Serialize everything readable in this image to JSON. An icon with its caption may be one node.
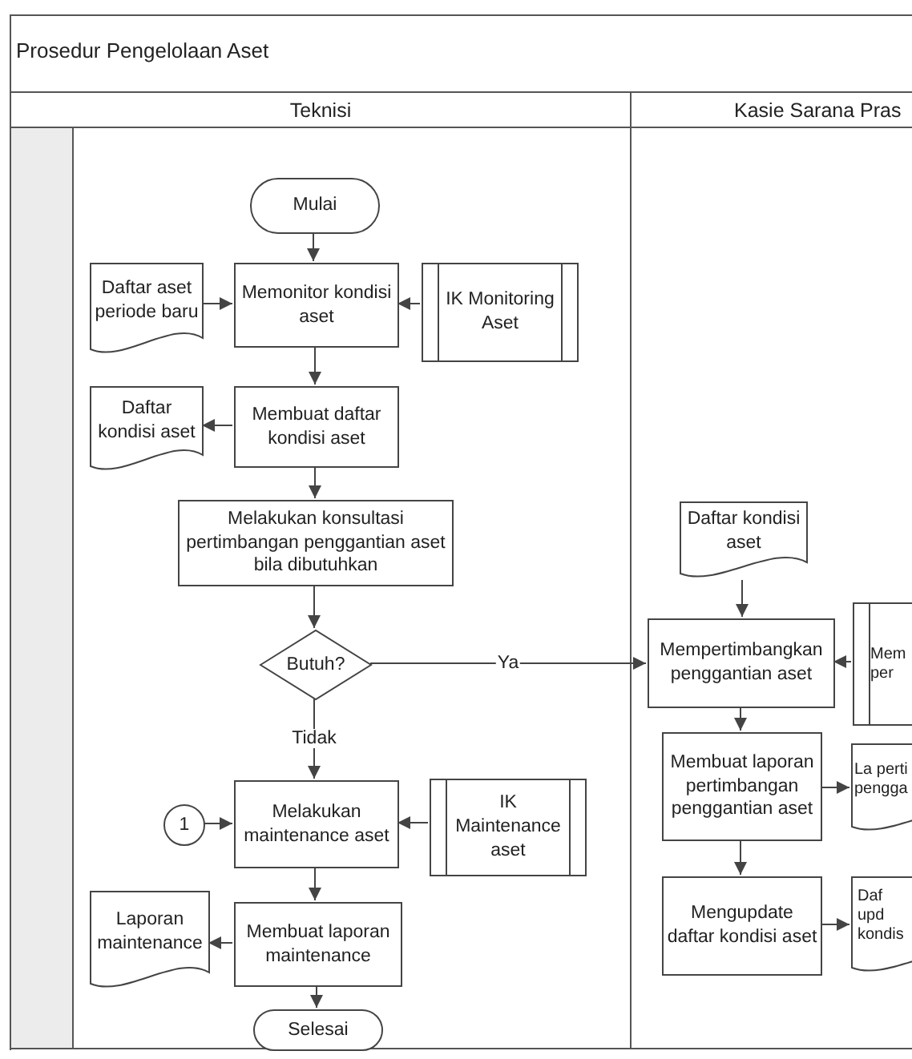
{
  "diagram": {
    "title": "Prosedur Pengelolaan Aset",
    "nodes": [
      {
        "text": [
          "Teknisi"
        ]
      },
      {
        "text": [
          "Kasie Sarana Pras"
        ]
      },
      {
        "text": [
          "Mulai"
        ],
        "in": 0
      },
      {
        "text": [
          "Daftar aset periode baru"
        ],
        "in": 0
      },
      {
        "text": [
          "Memonitor kondisi aset"
        ],
        "in": 0
      },
      {
        "text": [
          "IK Monitoring Aset"
        ],
        "in": 0
      },
      {
        "text": [
          "Daftar kondisi aset"
        ],
        "in": 0
      },
      {
        "text": [
          "Membuat daftar kondisi aset"
        ],
        "in": 0
      },
      {
        "text": [
          "Melakukan konsultasi pertimbangan penggantian aset bila dibutuhkan"
        ],
        "in": 0
      },
      {
        "text": [
          "Butuh?"
        ],
        "in": 0
      },
      {
        "text": [
          "1"
        ],
        "in": 0
      },
      {
        "text": [
          "Melakukan maintenance aset"
        ],
        "in": 0
      },
      {
        "text": [
          "IK Maintenance aset"
        ],
        "in": 0
      },
      {
        "text": [
          "Laporan maintenance"
        ],
        "in": 0
      },
      {
        "text": [
          "Membuat laporan maintenance"
        ],
        "in": 0
      },
      {
        "text": [
          "Selesai"
        ],
        "in": 0
      },
      {
        "text": [
          "Daftar kondisi aset"
        ],
        "in": 1
      },
      {
        "text": [
          "Mempertimbangkan penggantian aset"
        ],
        "in": 1
      },
      {
        "text": [
          "Mem per"
        ],
        "in": 1
      },
      {
        "text": [
          "Membuat laporan pertimbangan penggantian aset"
        ],
        "in": 1
      },
      {
        "text": [
          "La perti pengga"
        ],
        "in": 1
      },
      {
        "text": [
          "Mengupdate daftar kondisi aset"
        ],
        "in": 1
      },
      {
        "text": [
          "Daf upd kondis"
        ],
        "in": 1
      }
    ],
    "edges": [
      {
        "from": 2,
        "to": 4,
        "arrow": "to"
      },
      {
        "from": 3,
        "to": 4,
        "arrow": "to"
      },
      {
        "from": 5,
        "to": 4,
        "arrow": "to"
      },
      {
        "from": 4,
        "to": 7,
        "arrow": "to"
      },
      {
        "from": 7,
        "to": 6,
        "arrow": "to"
      },
      {
        "from": 7,
        "to": 8,
        "arrow": "to"
      },
      {
        "from": 8,
        "to": 9,
        "arrow": "to"
      },
      {
        "from": 9,
        "to": 17,
        "arrow": "to",
        "label": "Ya"
      },
      {
        "from": 9,
        "to": 11,
        "arrow": "to",
        "label": "Tidak"
      },
      {
        "from": 10,
        "to": 11,
        "arrow": "to"
      },
      {
        "from": 12,
        "to": 11,
        "arrow": "to"
      },
      {
        "from": 11,
        "to": 14,
        "arrow": "to"
      },
      {
        "from": 14,
        "to": 13,
        "arrow": "to"
      },
      {
        "from": 14,
        "to": 15,
        "arrow": "to"
      },
      {
        "from": 16,
        "to": 17,
        "arrow": "to"
      },
      {
        "from": 18,
        "to": 17,
        "arrow": "to"
      },
      {
        "from": 17,
        "to": 19,
        "arrow": "to"
      },
      {
        "from": 19,
        "to": 20,
        "arrow": "to"
      },
      {
        "from": 19,
        "to": 21,
        "arrow": "to"
      },
      {
        "from": 21,
        "to": 22,
        "arrow": "to"
      }
    ]
  }
}
